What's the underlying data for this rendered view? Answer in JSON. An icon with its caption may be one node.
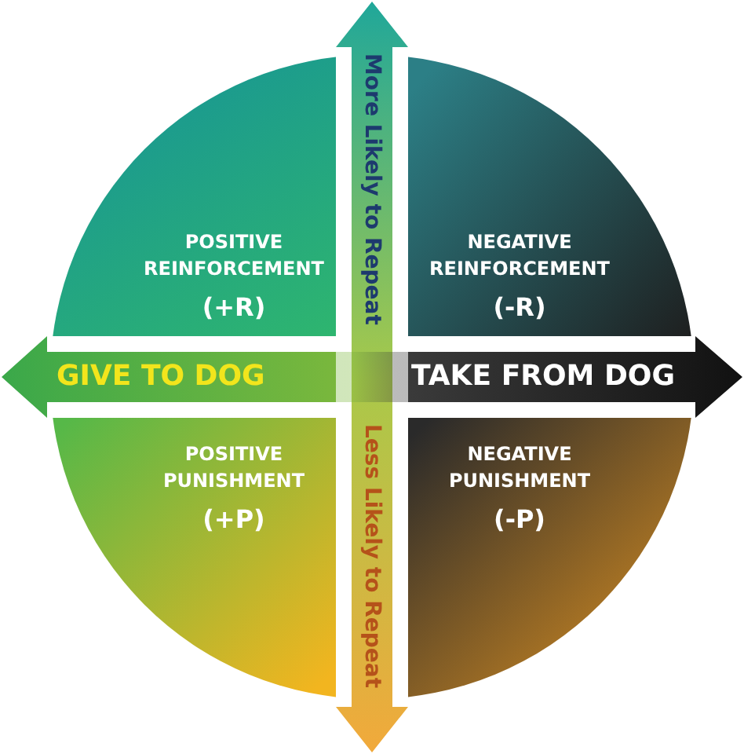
{
  "diagram": {
    "nodes": [
      {
        "text": [
          "More Likely to Repeat"
        ]
      },
      {
        "text": [
          "POSITIVE REINFORCEMENT",
          "(+R)"
        ]
      },
      {
        "text": [
          "NEGATIVE REINFORCEMENT",
          "(-R)"
        ]
      },
      {
        "text": [
          "GIVE TO DOG"
        ]
      },
      {
        "text": [
          "TAKE FROM DOG"
        ]
      },
      {
        "text": [
          "POSITIVE PUNISHMENT",
          "(+P)"
        ]
      },
      {
        "text": [
          "NEGATIVE PUNISHMENT",
          "(-P)"
        ]
      },
      {
        "text": [
          "Less Likely to Repeat"
        ]
      }
    ],
    "edges": []
  }
}
